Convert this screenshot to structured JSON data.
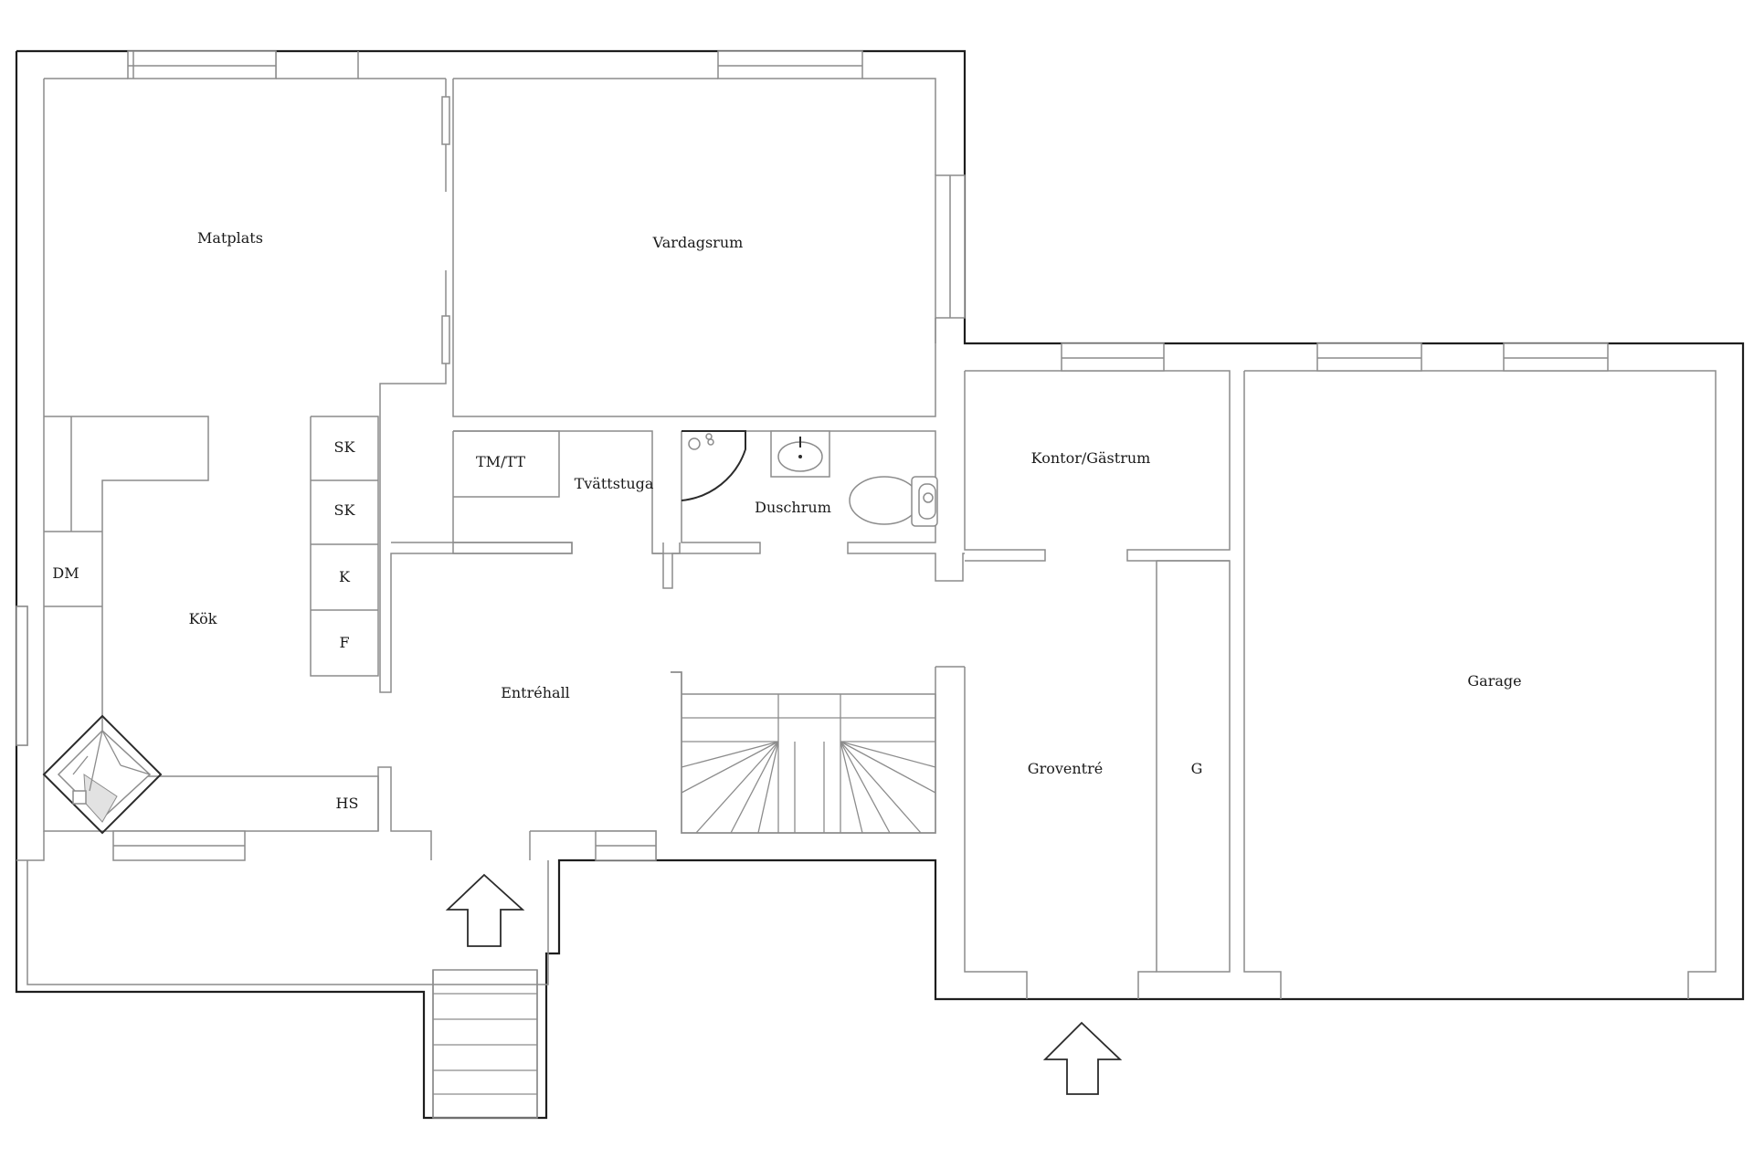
{
  "plan": {
    "colors": {
      "outer_wall": "#1e1e1e",
      "inner_wall": "#8c8c8c",
      "background": "#ffffff"
    },
    "icons": [
      "entrance-arrow-icon",
      "entrance-arrow-icon",
      "sink-icon",
      "toilet-icon",
      "shower-icon",
      "fireplace-icon"
    ],
    "rooms": {
      "matplats": "Matplats",
      "vardagsrum": "Vardagsrum",
      "kok": "Kök",
      "dm": "DM",
      "sk1": "SK",
      "sk2": "SK",
      "k": "K",
      "f": "F",
      "hs": "HS",
      "tmtt": "TM/TT",
      "tvattstuga": "Tvättstuga",
      "duschrum": "Duschrum",
      "kontor": "Kontor/Gästrum",
      "entrehall": "Entréhall",
      "groventre": "Groventré",
      "g": "G",
      "garage": "Garage"
    }
  }
}
